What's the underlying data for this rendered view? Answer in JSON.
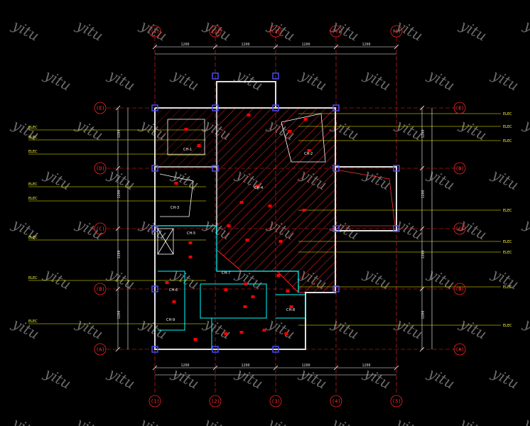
{
  "watermark": "yitu",
  "colors": {
    "background": "#000000",
    "wall": "#e0e0e0",
    "grid": "#ff2020",
    "dimension": "#ffffff",
    "leader": "#ffff00",
    "partition": "#00ffff",
    "hatch": "#ff2020",
    "column": "#5050ff",
    "fixture": "#ff0000",
    "watermark": "#6a6a6a"
  },
  "grid": {
    "columns": [
      "(1)",
      "(2)",
      "(3)",
      "(4)",
      "(5)"
    ],
    "rows": [
      "(A)",
      "(B)",
      "(C)",
      "(D)",
      "(E)"
    ]
  },
  "dimensions": {
    "top": [
      "1200",
      "1200",
      "1200",
      "1200"
    ],
    "bottom": [
      "1200",
      "1200",
      "1200",
      "1200"
    ],
    "left": [
      "1200",
      "1200",
      "1200",
      "1200"
    ],
    "right": [
      "1200",
      "1200",
      "1200",
      "1200"
    ]
  },
  "annotations": {
    "left": [
      "ELEC",
      "ELEC",
      "ELEC",
      "ELEC",
      "ELEC",
      "ELEC",
      "ELEC",
      "ELEC"
    ],
    "right": [
      "ELEC",
      "ELEC",
      "ELEC",
      "ELEC",
      "ELEC",
      "ELEC",
      "ELEC",
      "ELEC"
    ]
  },
  "rooms": [
    "CH-1",
    "CH-2",
    "CH-3",
    "CH-4",
    "CH-5",
    "CH-6",
    "CH-7",
    "CH-8",
    "CH-9"
  ],
  "icons": [
    "grid-bubble-icon",
    "column-icon",
    "light-fixture-icon",
    "stair-icon"
  ]
}
